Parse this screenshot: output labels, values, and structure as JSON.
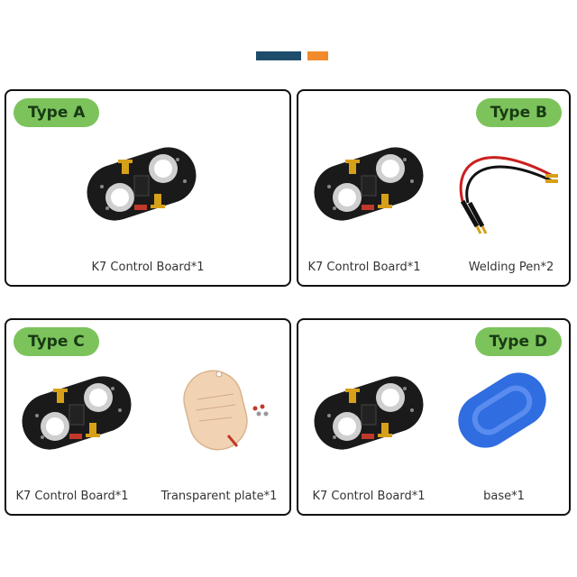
{
  "colors": {
    "accent_navy": "#1e4d6b",
    "accent_orange": "#f08a2b",
    "badge_green": "#7cc35c",
    "card_border": "#111111",
    "board_black": "#1a1a1a",
    "gold": "#d6a019",
    "base_blue": "#2f6de0",
    "plate_tan": "#f1d3b3"
  },
  "cards": {
    "a": {
      "badge": "Type A",
      "items": [
        "K7 Control Board*1"
      ]
    },
    "b": {
      "badge": "Type B",
      "items": [
        "K7 Control Board*1",
        "Welding Pen*2"
      ]
    },
    "c": {
      "badge": "Type C",
      "items": [
        "K7 Control Board*1",
        "Transparent plate*1"
      ]
    },
    "d": {
      "badge": "Type D",
      "items": [
        "K7 Control Board*1",
        "base*1"
      ]
    }
  },
  "icons": {
    "board": "k7-control-board-icon",
    "pen": "welding-pen-icon",
    "plate": "transparent-plate-icon",
    "base": "base-icon"
  }
}
